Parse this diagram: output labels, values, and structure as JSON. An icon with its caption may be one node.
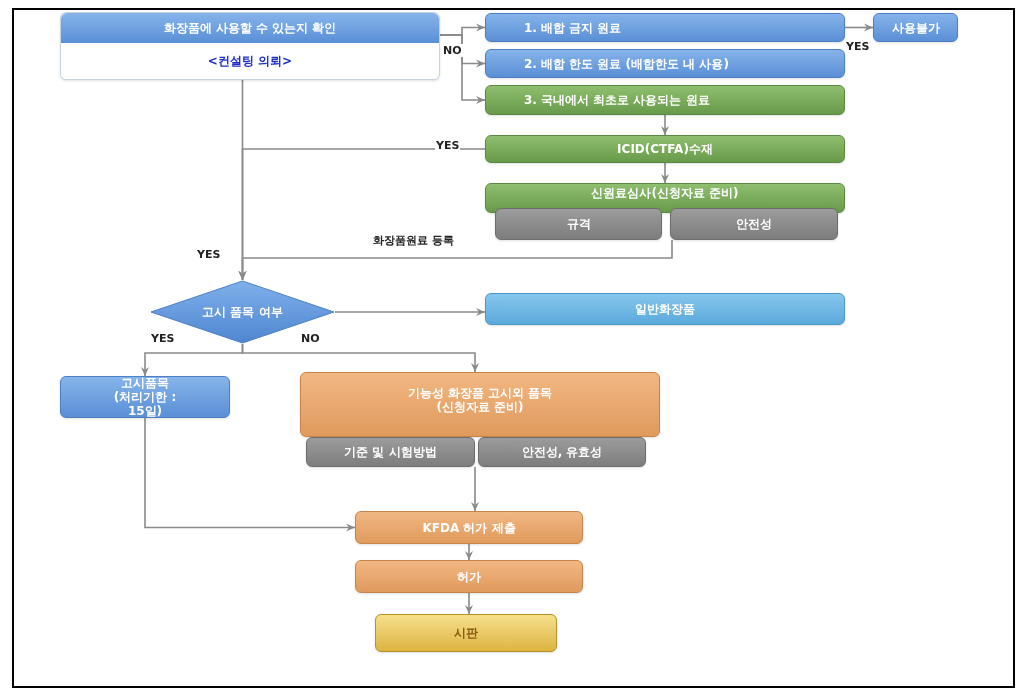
{
  "diagram": {
    "nodes": [
      {
        "text": [
          "화장품에 사용할 수 있는지 확인",
          "<컨설팅 의뢰>"
        ]
      },
      {
        "text": [
          "1. 배합 금지 원료"
        ]
      },
      {
        "text": [
          "2. 배합 한도 원료 (배합한도 내 사용)"
        ]
      },
      {
        "text": [
          "3. 국내에서 최초로 사용되는 원료"
        ]
      },
      {
        "text": [
          "사용불가"
        ]
      },
      {
        "text": [
          "ICID(CTFA)수재"
        ]
      },
      {
        "text": [
          "신원료심사(신청자료 준비)"
        ]
      },
      {
        "text": [
          "규격"
        ]
      },
      {
        "text": [
          "안전성"
        ]
      },
      {
        "text": [
          "고시 품목 여부"
        ]
      },
      {
        "text": [
          "일반화장품"
        ]
      },
      {
        "text": [
          "고시품목 (처리기한 : 15일)"
        ]
      },
      {
        "text": [
          "기능성 화장품 고시외 품목 (신청자료 준비)"
        ]
      },
      {
        "text": [
          "기준 및 시험방법"
        ]
      },
      {
        "text": [
          "안전성, 유효성"
        ]
      },
      {
        "text": [
          "KFDA 허가 제출"
        ]
      },
      {
        "text": [
          "허가"
        ]
      },
      {
        "text": [
          "시판"
        ]
      }
    ],
    "edges": [
      {
        "from": 0,
        "to": 1,
        "arrow": "to",
        "label": "NO"
      },
      {
        "from": 0,
        "to": 2,
        "arrow": "to"
      },
      {
        "from": 0,
        "to": 3,
        "arrow": "to"
      },
      {
        "from": 1,
        "to": 4,
        "arrow": "to",
        "label": "YES"
      },
      {
        "from": 3,
        "to": 5,
        "arrow": "to"
      },
      {
        "from": 5,
        "to": 9,
        "arrow": "to",
        "label": "YES"
      },
      {
        "from": 5,
        "to": 6,
        "arrow": "to"
      },
      {
        "from": 8,
        "to": 9,
        "arrow": "to",
        "label": "화장품원료 등록"
      },
      {
        "from": 0,
        "to": 9,
        "arrow": "to",
        "label": "YES"
      },
      {
        "from": 9,
        "to": 10,
        "arrow": "to"
      },
      {
        "from": 9,
        "to": 11,
        "arrow": "to",
        "label": "YES"
      },
      {
        "from": 9,
        "to": 12,
        "arrow": "to",
        "label": "NO"
      },
      {
        "from": 13,
        "to": 15,
        "arrow": "to"
      },
      {
        "from": 11,
        "to": 15,
        "arrow": "to"
      },
      {
        "from": 15,
        "to": 16,
        "arrow": "to"
      },
      {
        "from": 16,
        "to": 17,
        "arrow": "to"
      }
    ]
  }
}
